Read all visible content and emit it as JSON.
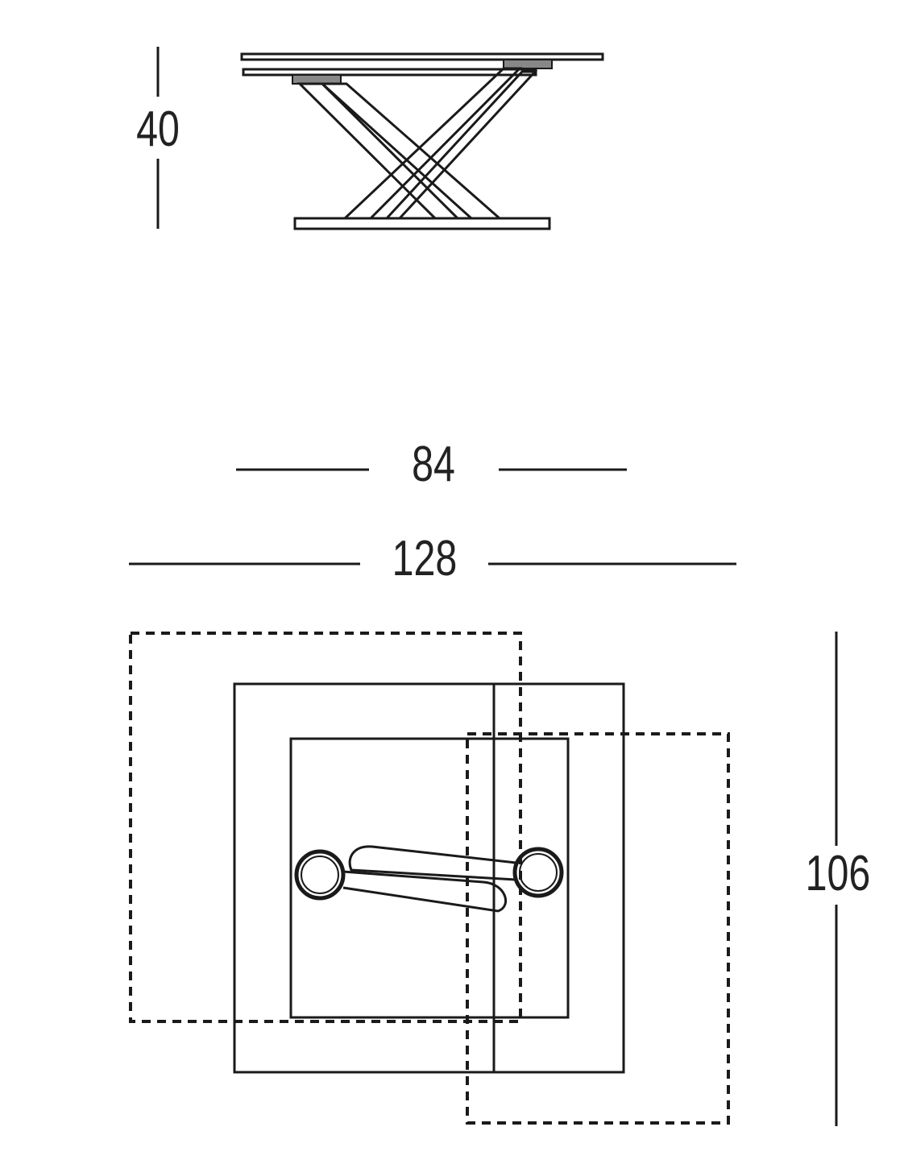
{
  "dimensions": {
    "height": "40",
    "width_closed": "84",
    "width_extended": "128",
    "depth": "106"
  },
  "colors": {
    "line": "#1a1a1a",
    "plate": "#888888",
    "background": "#ffffff"
  }
}
